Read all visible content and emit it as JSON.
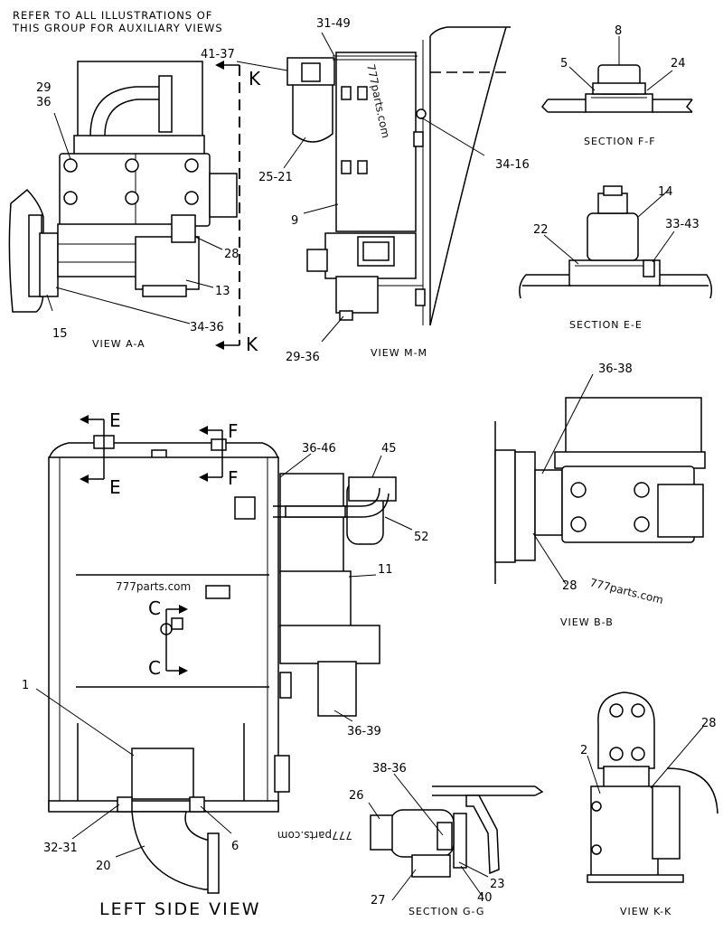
{
  "note": [
    "REFER TO ALL ILLUSTRATIONS OF",
    "THIS GROUP FOR AUXILIARY VIEWS"
  ],
  "captions": {
    "view_aa": "VIEW A-A",
    "view_mm": "VIEW M-M",
    "section_ff": "SECTION F-F",
    "section_ee": "SECTION E-E",
    "view_bb": "VIEW B-B",
    "left_side": "LEFT SIDE VIEW",
    "section_gg": "SECTION G-G",
    "view_kk": "VIEW K-K"
  },
  "section_marks": {
    "k": "K",
    "e": "E",
    "f": "F",
    "c": "C"
  },
  "watermarks": [
    "777parts.com",
    "777parts.com",
    "777parts.com",
    "777parts.com"
  ],
  "callouts": {
    "c29_36_top": "29",
    "c29_36_bot": "36",
    "c28_aa": "28",
    "c13": "13",
    "c15": "15",
    "c34_36": "34-36",
    "c41_37": "41-37",
    "c31_49": "31-49",
    "c25_21": "25-21",
    "c9": "9",
    "c34_16": "34-16",
    "c29_36_mm": "29-36",
    "c8": "8",
    "c5": "5",
    "c24": "24",
    "c14": "14",
    "c22": "22",
    "c33_43": "33-43",
    "c36_38": "36-38",
    "c28_bb": "28",
    "c36_46": "36-46",
    "c45": "45",
    "c52": "52",
    "c11": "11",
    "c1": "1",
    "c36_39": "36-39",
    "c32_31": "32-31",
    "c6": "6",
    "c20": "20",
    "c38_36": "38-36",
    "c26": "26",
    "c23": "23",
    "c27": "27",
    "c40": "40",
    "c2": "2",
    "c28_kk": "28"
  }
}
